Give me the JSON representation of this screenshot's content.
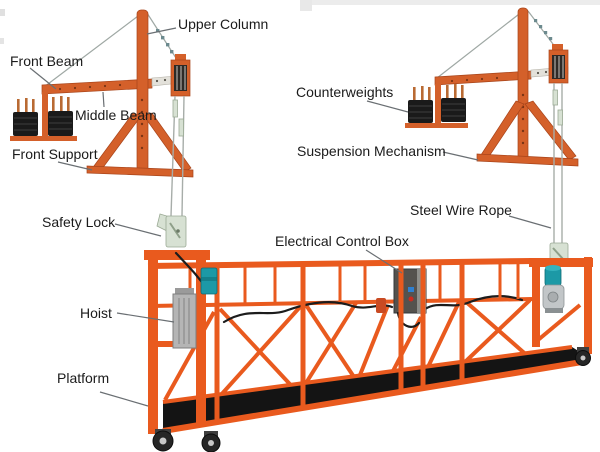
{
  "labels": {
    "upper_column": "Upper Column",
    "front_beam": "Front Beam",
    "middle_beam": "Middle Beam",
    "front_support": "Front Support",
    "counterweights": "Counterweights",
    "suspension_mechanism": "Suspension Mechanism",
    "safety_lock": "Safety Lock",
    "steel_wire_rope": "Steel Wire Rope",
    "electrical_control_box": "Electrical Control Box",
    "hoist": "Hoist",
    "platform": "Platform"
  },
  "colors": {
    "structure_orange": "#D4602A",
    "platform_orange": "#E95A1E",
    "counterweight_black": "#1A1A1A",
    "motor_teal": "#1C99A6",
    "hoist_gray": "#B5B5B5",
    "control_box_gray": "#55524E",
    "label_text": "#1B1B1B",
    "leader_line": "#6A6F73",
    "wire_rope_gray": "#A7ADA9",
    "background": "#FFFFFF"
  }
}
